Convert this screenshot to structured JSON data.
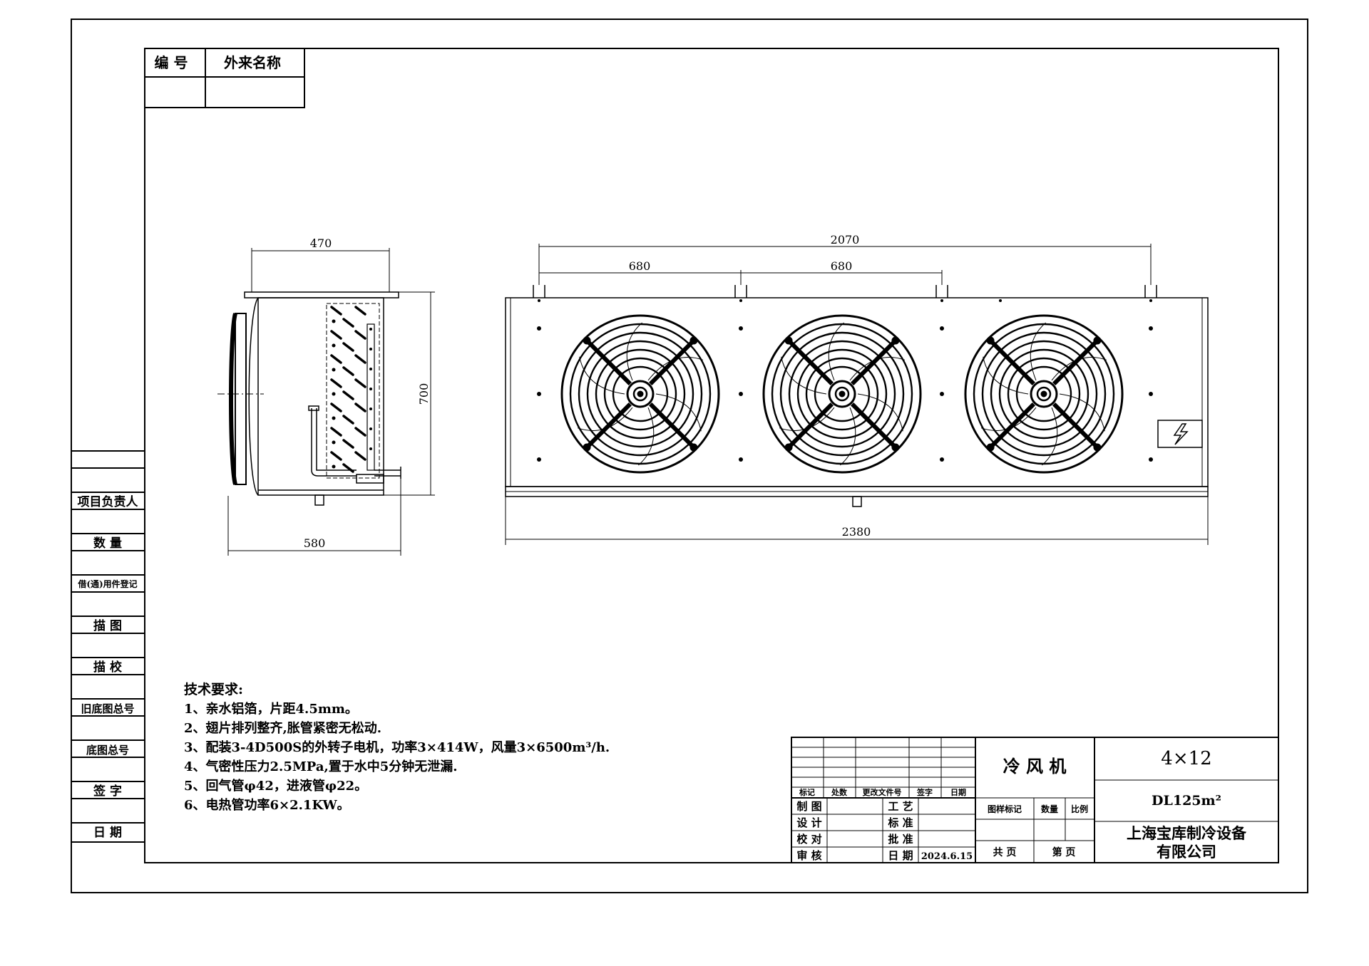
{
  "stamp_box": {
    "headers": [
      "编 号",
      "外来名称"
    ]
  },
  "left_strip": {
    "labels": [
      "项目负责人",
      "数 量",
      "借(通)用件登记",
      "描 图",
      "描 校",
      "旧底图总号",
      "底图总号",
      "签 字",
      "日 期"
    ]
  },
  "side_view": {
    "dim_top": "470",
    "dim_height": "700",
    "dim_bottom": "580"
  },
  "front_view": {
    "dim_overall_mounting": "2070",
    "dim_spacing_1": "680",
    "dim_spacing_2": "680",
    "dim_length": "2380",
    "fan_count": 3,
    "warning_icon": "electric-hazard-icon"
  },
  "tech_requirements": {
    "title": "技术要求:",
    "items": [
      "1、亲水铝箔，片距4.5mm。",
      "2、翅片排列整齐,胀管紧密无松动.",
      "3、配装3-4D500S的外转子电机，功率3×414W，风量3×6500m³/h.",
      "4、气密性压力2.5MPa,置于水中5分钟无泄漏.",
      "5、回气管φ42，进液管φ22。",
      "6、电热管功率6×2.1KW。"
    ]
  },
  "title_block": {
    "revision_headers": [
      "标记",
      "处数",
      "更改文件号",
      "签字",
      "日期"
    ],
    "left_labels": [
      "制 图",
      "设 计",
      "校 对",
      "审 核"
    ],
    "mid_labels": [
      "工 艺",
      "标 准",
      "批 准",
      "日 期"
    ],
    "date_value": "2024.6.15",
    "product_name": "冷 风 机",
    "spec": "4×12",
    "model": "DL125m²",
    "sample_headers": [
      "图样标记",
      "数量",
      "比例"
    ],
    "total_pages": "共  页",
    "page_no": "第  页",
    "company_line1": "上海宝库制冷设备",
    "company_line2": "有限公司"
  }
}
